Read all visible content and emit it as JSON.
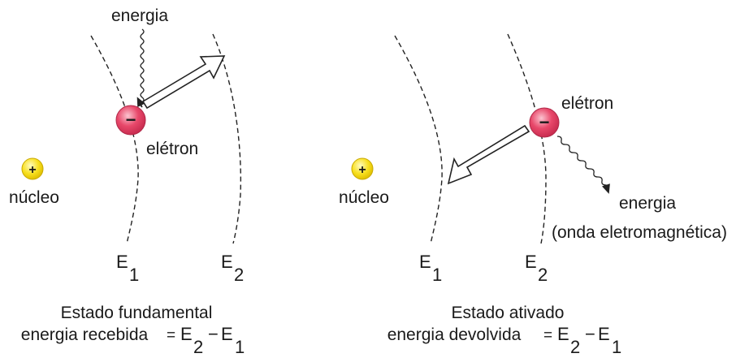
{
  "left": {
    "energy_label": "energia",
    "electron_label": "elétron",
    "electron_sign": "−",
    "nucleus_sign": "+",
    "nucleus_label": "núcleo",
    "level1": {
      "letter": "E",
      "index": "1"
    },
    "level2": {
      "letter": "E",
      "index": "2"
    },
    "caption_title": "Estado fundamental",
    "caption_formula_text": "energia recebida",
    "formula": {
      "eq": "=",
      "a": "E",
      "a_index": "2",
      "minus": "−",
      "b": "E",
      "b_index": "1"
    }
  },
  "right": {
    "electron_label": "elétron",
    "electron_sign": "−",
    "nucleus_sign": "+",
    "nucleus_label": "núcleo",
    "energy_label": "energia",
    "energy_sublabel": "(onda eletromagnética)",
    "level1": {
      "letter": "E",
      "index": "1"
    },
    "level2": {
      "letter": "E",
      "index": "2"
    },
    "caption_title": "Estado ativado",
    "caption_formula_text": "energia devolvida",
    "formula": {
      "eq": "=",
      "a": "E",
      "a_index": "2",
      "minus": "−",
      "b": "E",
      "b_index": "1"
    }
  },
  "colors": {
    "electron_fill": "#e8486a",
    "electron_highlight": "#f8a8b8",
    "nucleus_fill": "#f8e020",
    "nucleus_highlight": "#fff9a0"
  }
}
